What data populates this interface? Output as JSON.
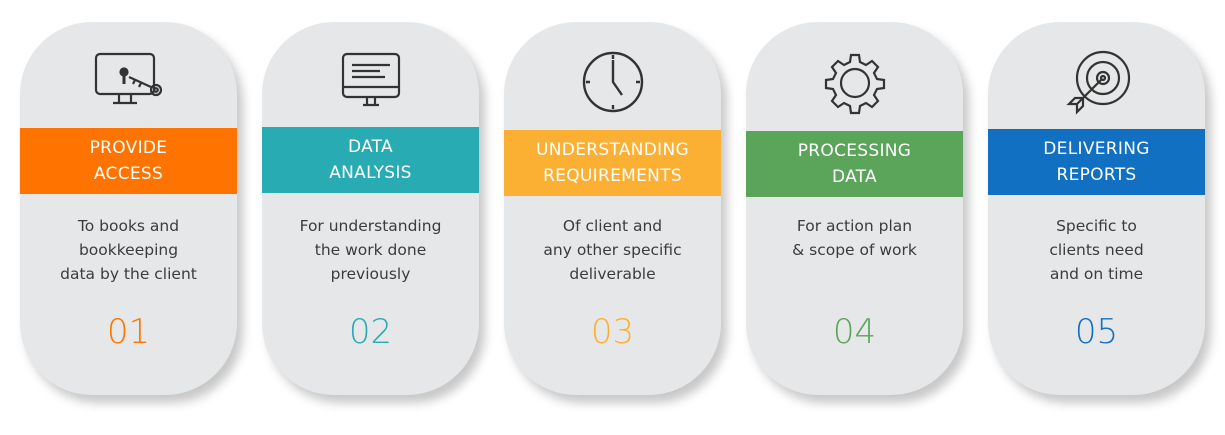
{
  "steps": [
    {
      "title": "PROVIDE\nACCESS",
      "description": "To books and\nbookkeeping\ndata by the client",
      "number": "01",
      "color": "#ff7300",
      "icon": "monitor-key-icon"
    },
    {
      "title": "DATA\nANALYSIS",
      "description": "For understanding\nthe work done\npreviously",
      "number": "02",
      "color": "#29abb3",
      "icon": "monitor-text-icon"
    },
    {
      "title": "UNDERSTANDING\nREQUIREMENTS",
      "description": "Of client and\nany other specific\ndeliverable",
      "number": "03",
      "color": "#fbb034",
      "icon": "clock-icon"
    },
    {
      "title": "PROCESSING\nDATA",
      "description": "For action plan\n& scope of work",
      "number": "04",
      "color": "#5ba55a",
      "icon": "gear-icon"
    },
    {
      "title": "DELIVERING\nREPORTS",
      "description": "Specific to\nclients need\nand on time",
      "number": "05",
      "color": "#1170c2",
      "icon": "target-icon"
    }
  ]
}
